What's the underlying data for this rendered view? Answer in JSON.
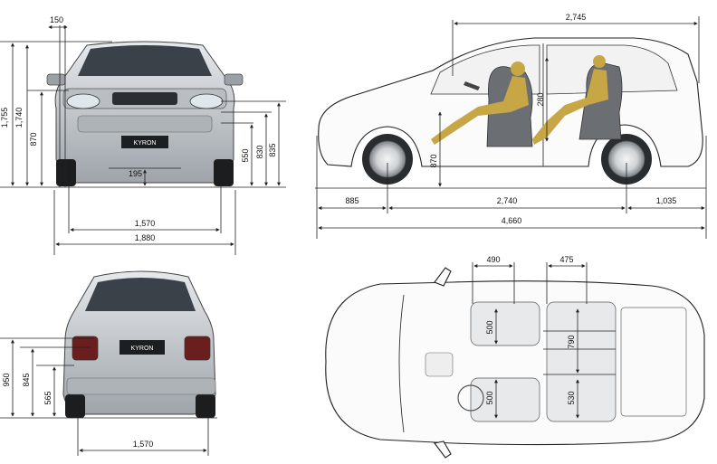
{
  "front_view": {
    "width_offset": "150",
    "height_total": "1,755",
    "height_roof": "1,740",
    "height_mid": "870",
    "ground_clearance": "195",
    "height_550": "550",
    "height_830": "830",
    "height_835": "835",
    "track": "1,570",
    "overall_width": "1,880",
    "badge": "KYRON"
  },
  "side_view": {
    "roof_length": "2,745",
    "seat_height": "280",
    "hip_height": "870",
    "front_overhang": "885",
    "wheelbase": "2,740",
    "rear_overhang": "1,035",
    "overall_length": "4,660"
  },
  "rear_view": {
    "height_950": "950",
    "height_845": "845",
    "height_565": "565",
    "track": "1,570",
    "badge": "KYRON"
  },
  "top_view": {
    "seat1_width": "490",
    "seat2_width": "475",
    "front_depth_upper": "500",
    "front_depth_lower": "500",
    "rear_depth_upper": "790",
    "rear_depth_lower": "530"
  }
}
